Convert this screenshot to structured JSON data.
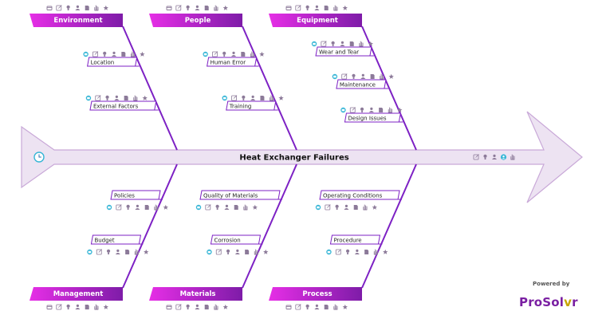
{
  "diagram": {
    "title": "Heat Exchanger Failures",
    "colors": {
      "bone": "#7d21c4",
      "spine_fill": "#ede3f2",
      "spine_stroke": "#c9a9d8",
      "header_start": "#e62ee6",
      "header_end": "#7e1ca8",
      "icon": "#8c7a99",
      "icon_accent": "#36b6d6"
    },
    "categories": [
      {
        "name": "Environment",
        "position": "top",
        "causes": [
          "Location",
          "External Factors"
        ]
      },
      {
        "name": "People",
        "position": "top",
        "causes": [
          "Human Error",
          "Training"
        ]
      },
      {
        "name": "Equipment",
        "position": "top",
        "causes": [
          "Wear and Tear",
          "Maintenance",
          "Design Issues"
        ]
      },
      {
        "name": "Management",
        "position": "bottom",
        "causes": [
          "Policies",
          "Budget"
        ]
      },
      {
        "name": "Materials",
        "position": "bottom",
        "causes": [
          "Quality of Materials",
          "Corrosion"
        ]
      },
      {
        "name": "Process",
        "position": "bottom",
        "causes": [
          "Operating Conditions",
          "Procedure"
        ]
      }
    ],
    "icons": [
      "tool-icon",
      "link-icon",
      "lightbulb-icon",
      "user-icon",
      "document-icon",
      "hand-icon",
      "star-icon"
    ],
    "spine_icons": [
      "link-icon",
      "lightbulb-icon",
      "user-icon",
      "avatar-icon",
      "hand-icon"
    ],
    "tail_icon": "clock-icon"
  },
  "branding": {
    "powered_by": "Powered by",
    "logo_a": "ProSol",
    "logo_v": "v",
    "logo_b": "r"
  }
}
